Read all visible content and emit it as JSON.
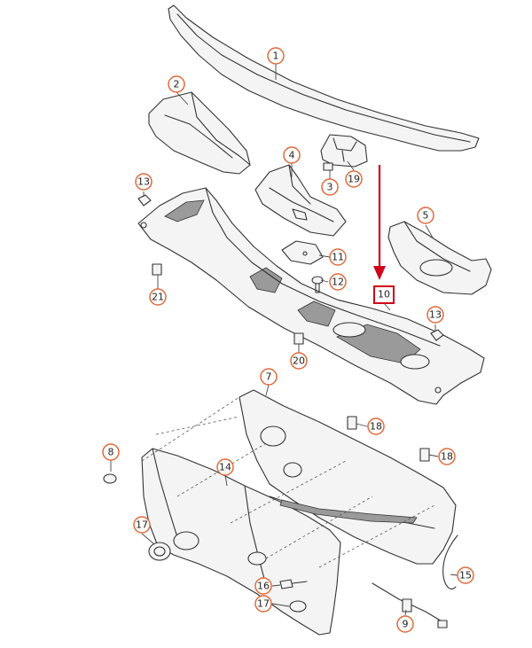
{
  "callouts": [
    {
      "id": "c1",
      "label": "1"
    },
    {
      "id": "c2",
      "label": "2"
    },
    {
      "id": "c3",
      "label": "3"
    },
    {
      "id": "c4",
      "label": "4"
    },
    {
      "id": "c5",
      "label": "5"
    },
    {
      "id": "c7",
      "label": "7"
    },
    {
      "id": "c8",
      "label": "8"
    },
    {
      "id": "c9",
      "label": "9"
    },
    {
      "id": "c10",
      "label": "10"
    },
    {
      "id": "c11",
      "label": "11"
    },
    {
      "id": "c12",
      "label": "12"
    },
    {
      "id": "c13a",
      "label": "13"
    },
    {
      "id": "c13b",
      "label": "13"
    },
    {
      "id": "c14",
      "label": "14"
    },
    {
      "id": "c15",
      "label": "15"
    },
    {
      "id": "c16",
      "label": "16"
    },
    {
      "id": "c17a",
      "label": "17"
    },
    {
      "id": "c17b",
      "label": "17"
    },
    {
      "id": "c18a",
      "label": "18"
    },
    {
      "id": "c18b",
      "label": "18"
    },
    {
      "id": "c19",
      "label": "19"
    },
    {
      "id": "c20",
      "label": "20"
    },
    {
      "id": "c21",
      "label": "21"
    }
  ],
  "colors": {
    "callout_ring": "#e06a3a",
    "highlight": "#d0021b",
    "line": "#333333"
  }
}
